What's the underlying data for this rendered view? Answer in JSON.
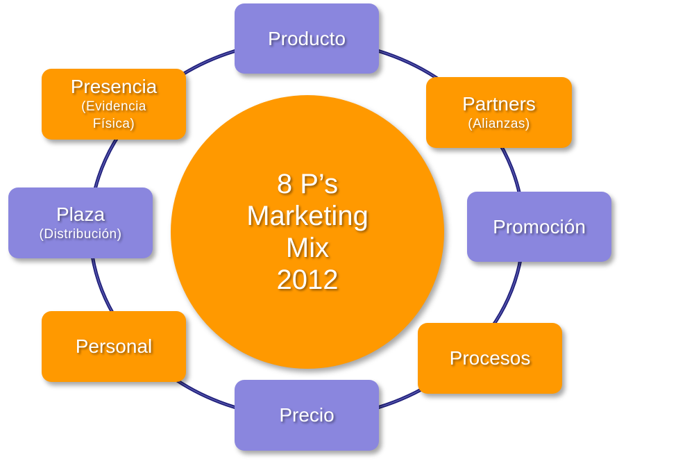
{
  "center": {
    "lines": [
      "8 P’s",
      "Marketing",
      "Mix",
      "2012"
    ]
  },
  "items": [
    {
      "id": "producto",
      "title": "Producto",
      "sub": "",
      "color": "#8A86DE"
    },
    {
      "id": "partners",
      "title": "Partners",
      "sub": "(Alianzas)",
      "color": "#FF9900"
    },
    {
      "id": "promocion",
      "title": "Promoción",
      "sub": "",
      "color": "#8A86DE"
    },
    {
      "id": "procesos",
      "title": "Procesos",
      "sub": "",
      "color": "#FF9900"
    },
    {
      "id": "precio",
      "title": "Precio",
      "sub": "",
      "color": "#8A86DE"
    },
    {
      "id": "personal",
      "title": "Personal",
      "sub": "",
      "color": "#FF9900"
    },
    {
      "id": "plaza",
      "title": "Plaza",
      "sub": "(Distribución)",
      "color": "#8A86DE"
    },
    {
      "id": "presencia",
      "title": "Presencia",
      "sub": "(Evidencia Física)",
      "color": "#FF9900"
    }
  ],
  "colors": {
    "ring": "#1F1F7A",
    "orange": "#FF9900",
    "purple": "#8A86DE"
  }
}
